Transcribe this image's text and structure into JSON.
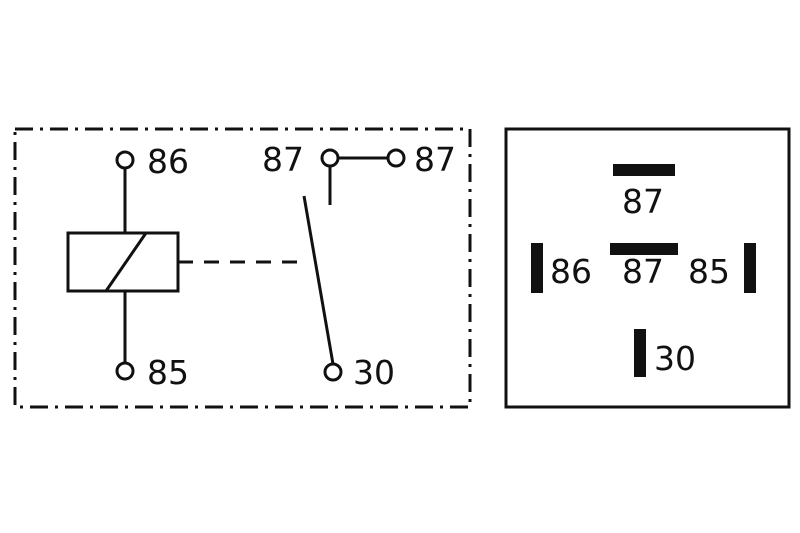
{
  "diagram": {
    "title": "relay-wiring-diagram",
    "colors": {
      "line": "#111111",
      "background": "#ffffff"
    },
    "schematic": {
      "terminal_86": "86",
      "terminal_85": "85",
      "terminal_87_switch": "87",
      "terminal_87_output": "87",
      "terminal_30": "30"
    },
    "pinout": {
      "pin_87_top": "87",
      "pin_86": "86",
      "pin_87_mid": "87",
      "pin_85": "85",
      "pin_30": "30"
    }
  }
}
